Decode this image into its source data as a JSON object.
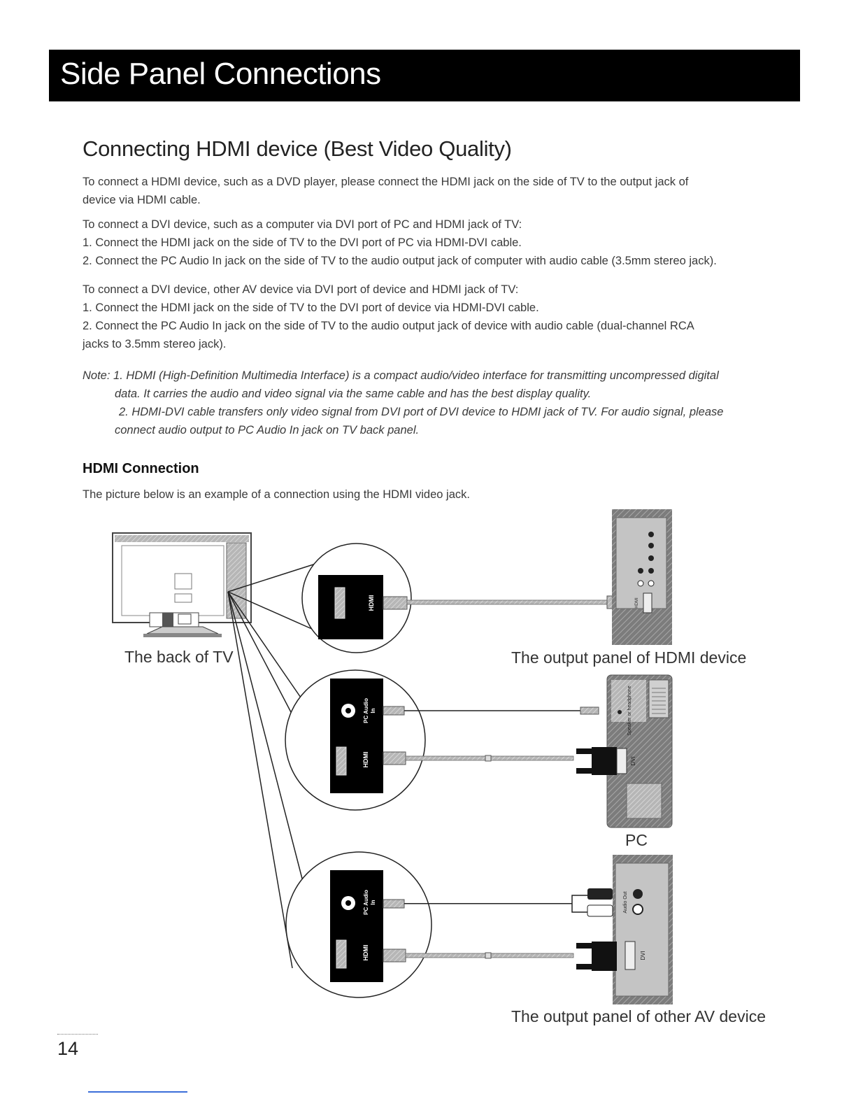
{
  "banner": {
    "title": "Side Panel Connections"
  },
  "section": {
    "heading": "Connecting HDMI device (Best Video Quality)",
    "p1_line1": "To connect a HDMI device, such as a DVD player, please connect the HDMI jack on the side of TV to the output jack of",
    "p1_line2": "device via HDMI cable.",
    "p2_intro": "To connect a DVI device, such as a computer via DVI port of PC and HDMI jack of TV:",
    "p2_step1": "1. Connect the HDMI jack on the side of TV to the DVI port of PC via HDMI-DVI cable.",
    "p2_step2": "2. Connect the PC Audio In jack on the side of TV to the audio output jack of computer with audio cable (3.5mm stereo jack).",
    "p3_intro": "To connect a DVI device, other AV device via DVI port of device and HDMI jack of TV:",
    "p3_step1": "1. Connect the HDMI jack on the side of TV to the DVI port of device via HDMI-DVI cable.",
    "p3_step2_line1": "2. Connect the PC Audio In jack on the side of TV to the audio output jack of device with audio cable (dual-channel RCA",
    "p3_step2_line2": "jacks to 3.5mm stereo jack).",
    "note_line1": "Note: 1. HDMI (High-Definition Multimedia Interface) is a compact audio/video interface for transmitting uncompressed digital",
    "note_line2": "data. It carries the audio and video signal via the same cable and has the best display quality.",
    "note_line3": "2. HDMI-DVI cable transfers only video signal from DVI port of DVI device to HDMI jack of TV. For audio signal, please",
    "note_line4": "connect audio output to PC Audio In jack on TV back panel."
  },
  "hdmi_connection": {
    "heading": "HDMI Connection",
    "description": "The picture below is an example of a connection using the HDMI video jack."
  },
  "diagram": {
    "caption_tv": "The back of TV",
    "caption_hdmi_device": "The output panel of  HDMI device",
    "caption_pc": "PC",
    "caption_av_device": "The output panel of other AV device",
    "label_hdmi": "HDMI",
    "label_pc_audio": "PC Audio",
    "label_in": "In",
    "label_dvi": "DVI",
    "label_speaker": "Speaker or headphone",
    "label_audio_out": "Audio Out"
  },
  "footer": {
    "page_number": "14"
  }
}
